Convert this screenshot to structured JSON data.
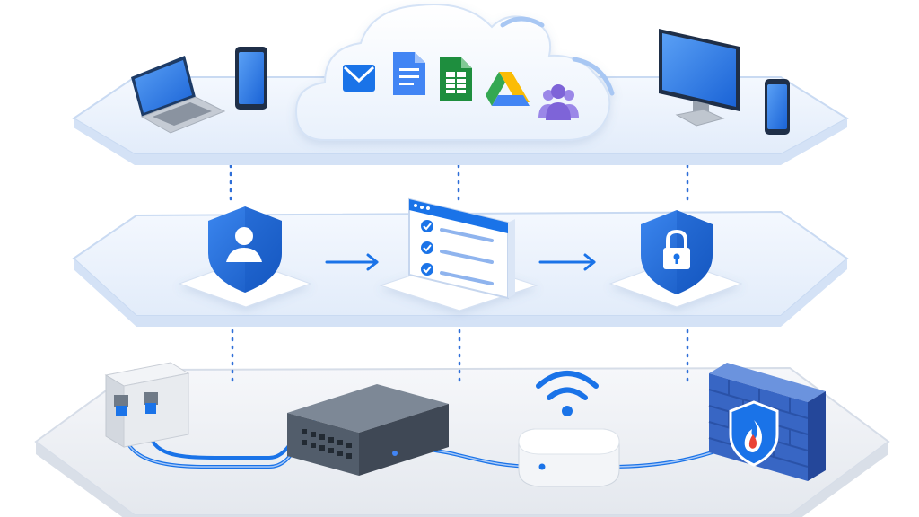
{
  "diagram": {
    "layers": [
      {
        "id": "cloud-apps-layer",
        "devices": [
          "laptop-icon",
          "tablet-icon",
          "monitor-icon",
          "smartphone-icon"
        ],
        "cloud_apps": [
          "mail-icon",
          "docs-icon",
          "sheets-icon",
          "drive-icon",
          "groups-icon"
        ]
      },
      {
        "id": "security-layer",
        "steps": [
          "user-shield-icon",
          "checklist-window-icon",
          "lock-shield-icon"
        ],
        "flow": [
          "arrow-right-icon",
          "arrow-right-icon"
        ]
      },
      {
        "id": "network-layer",
        "components": [
          "wall-port-icon",
          "network-switch-icon",
          "wifi-router-icon",
          "firewall-icon"
        ]
      }
    ],
    "colors": {
      "primary_blue": "#1a73e8",
      "deep_blue": "#1557c0",
      "platform": "#e8f0fb",
      "platform_edge": "#c9daf2",
      "base_gray": "#eceff4",
      "docs": "#4285f4",
      "sheets": "#1e8e3e",
      "drive_yellow": "#fbbc04",
      "drive_green": "#34a853",
      "groups": "#7e64d8",
      "switch_body": "#5f6b7a",
      "firewall_brick": "#3866c4",
      "flame": "#ea4335"
    }
  }
}
